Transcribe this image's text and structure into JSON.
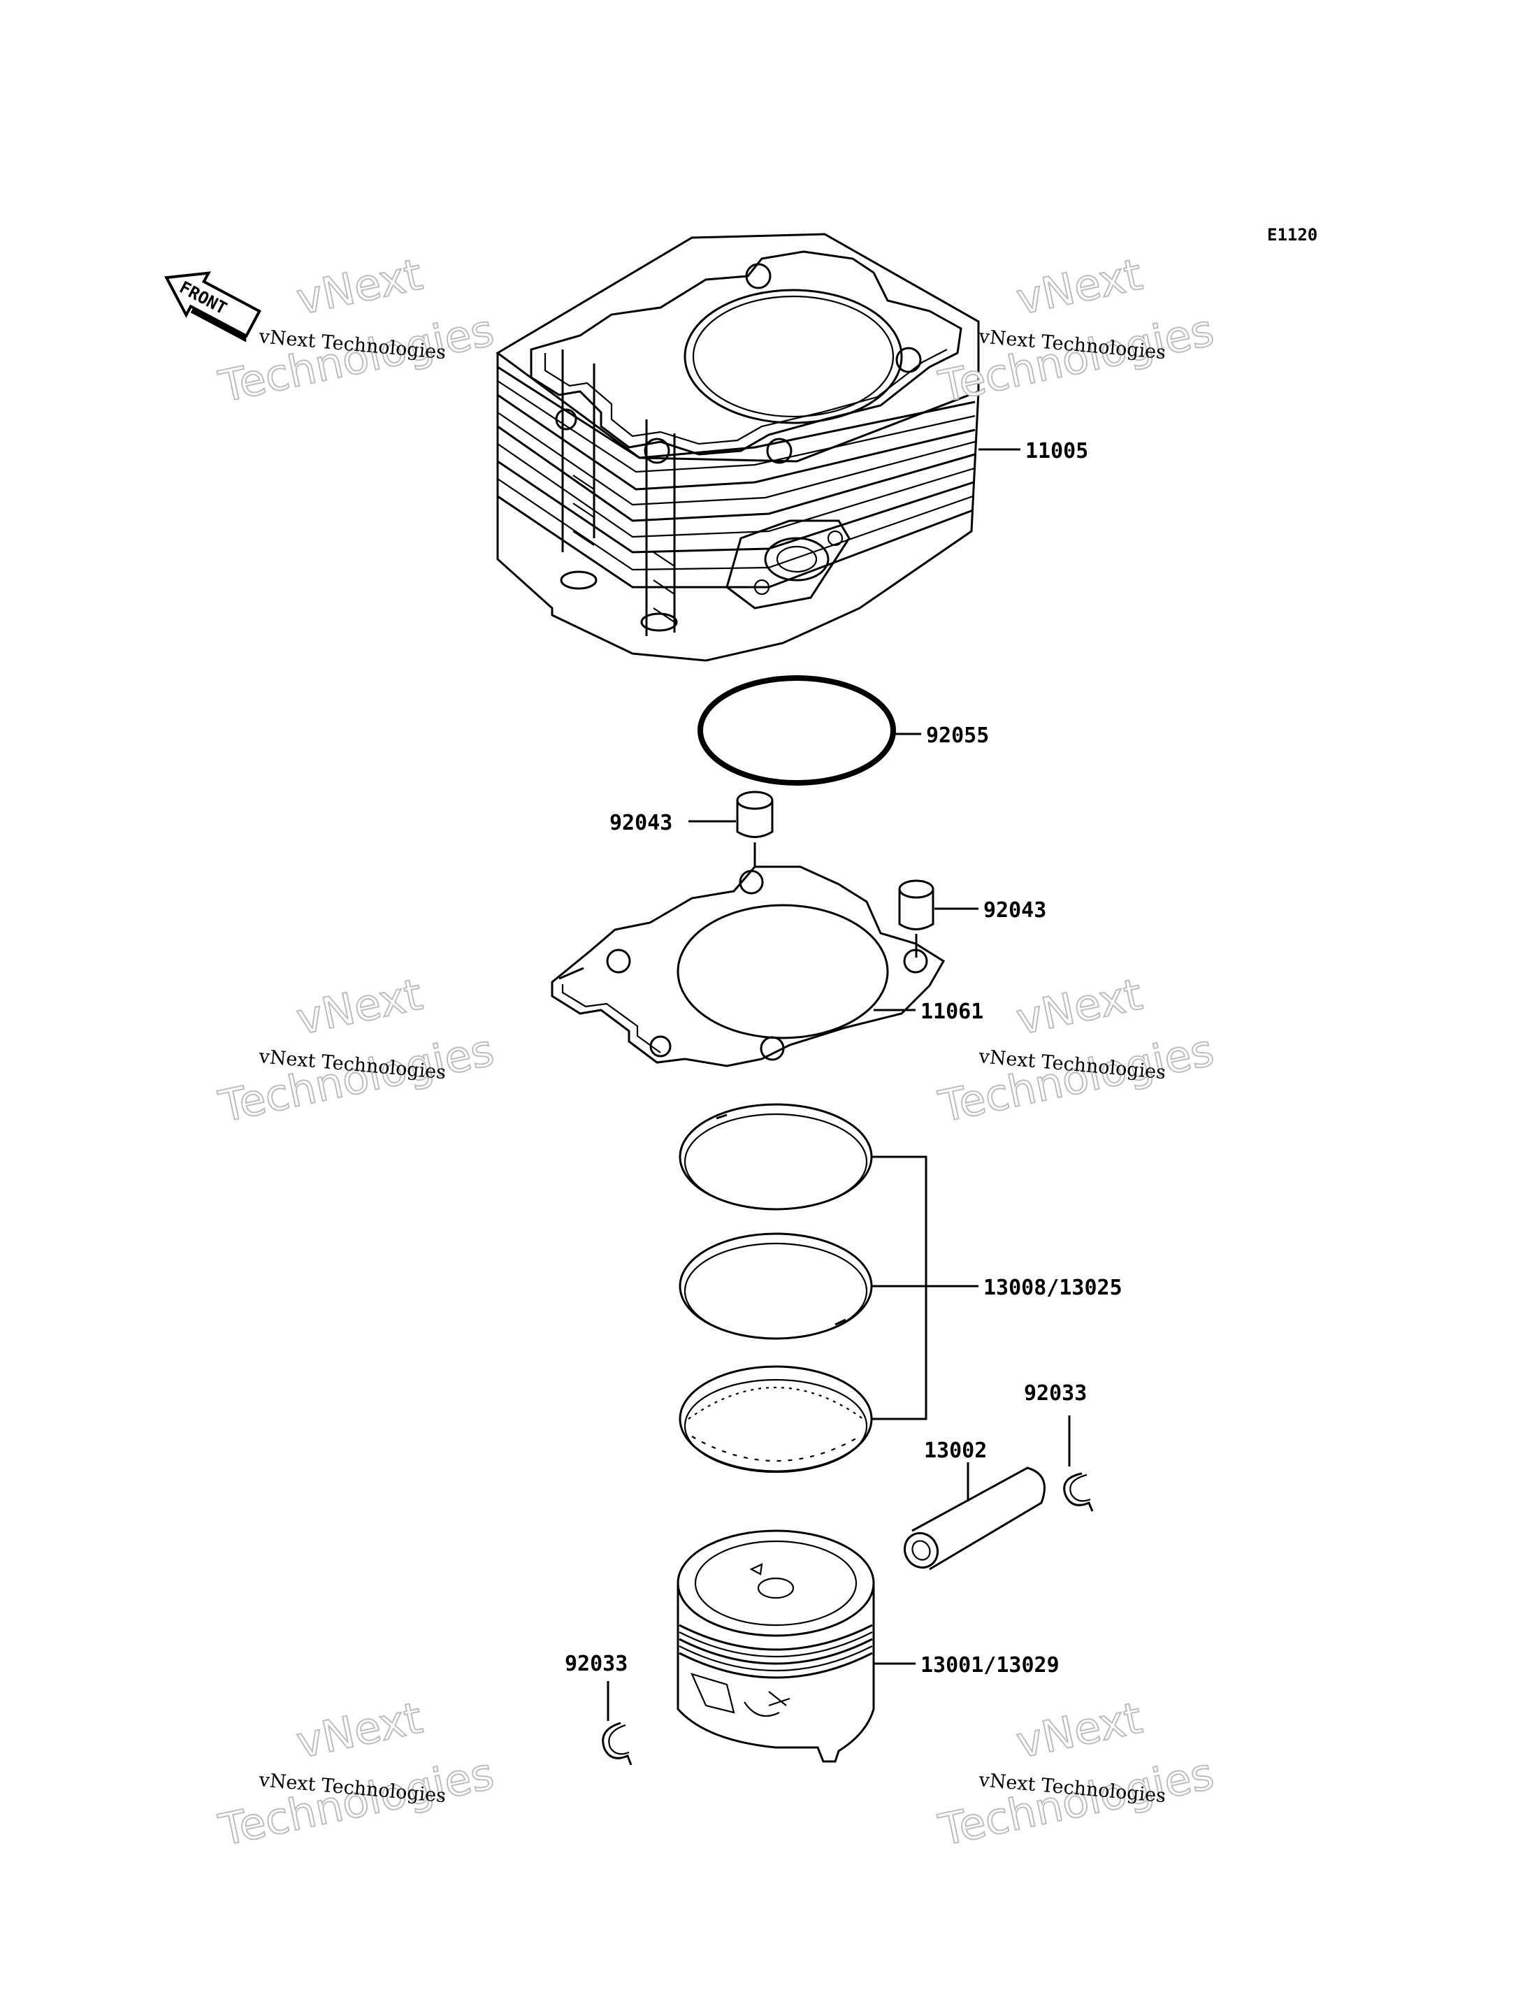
{
  "diagram": {
    "code": "E1120",
    "front_label": "FRONT",
    "watermark": {
      "line1": "vNext Technologies",
      "big1": "vNext",
      "big2": "Technologies"
    },
    "parts": [
      {
        "id": "11005"
      },
      {
        "id": "92055"
      },
      {
        "id": "92043"
      },
      {
        "id": "92043"
      },
      {
        "id": "11061"
      },
      {
        "id": "13008/13025"
      },
      {
        "id": "92033"
      },
      {
        "id": "13002"
      },
      {
        "id": "13001/13029"
      },
      {
        "id": "92033"
      }
    ]
  }
}
